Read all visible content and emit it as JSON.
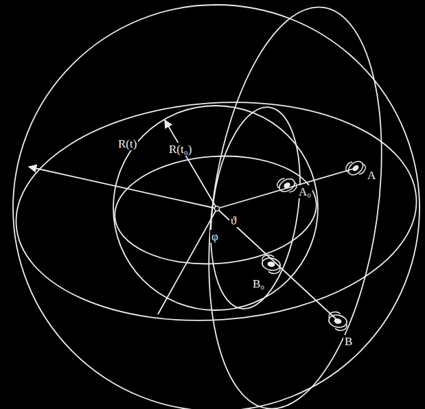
{
  "diagram": {
    "labels": [
      "R(t)",
      "R(t₀)",
      "ϑ",
      "φ",
      "A₀",
      "A",
      "B₀",
      "B"
    ]
  }
}
